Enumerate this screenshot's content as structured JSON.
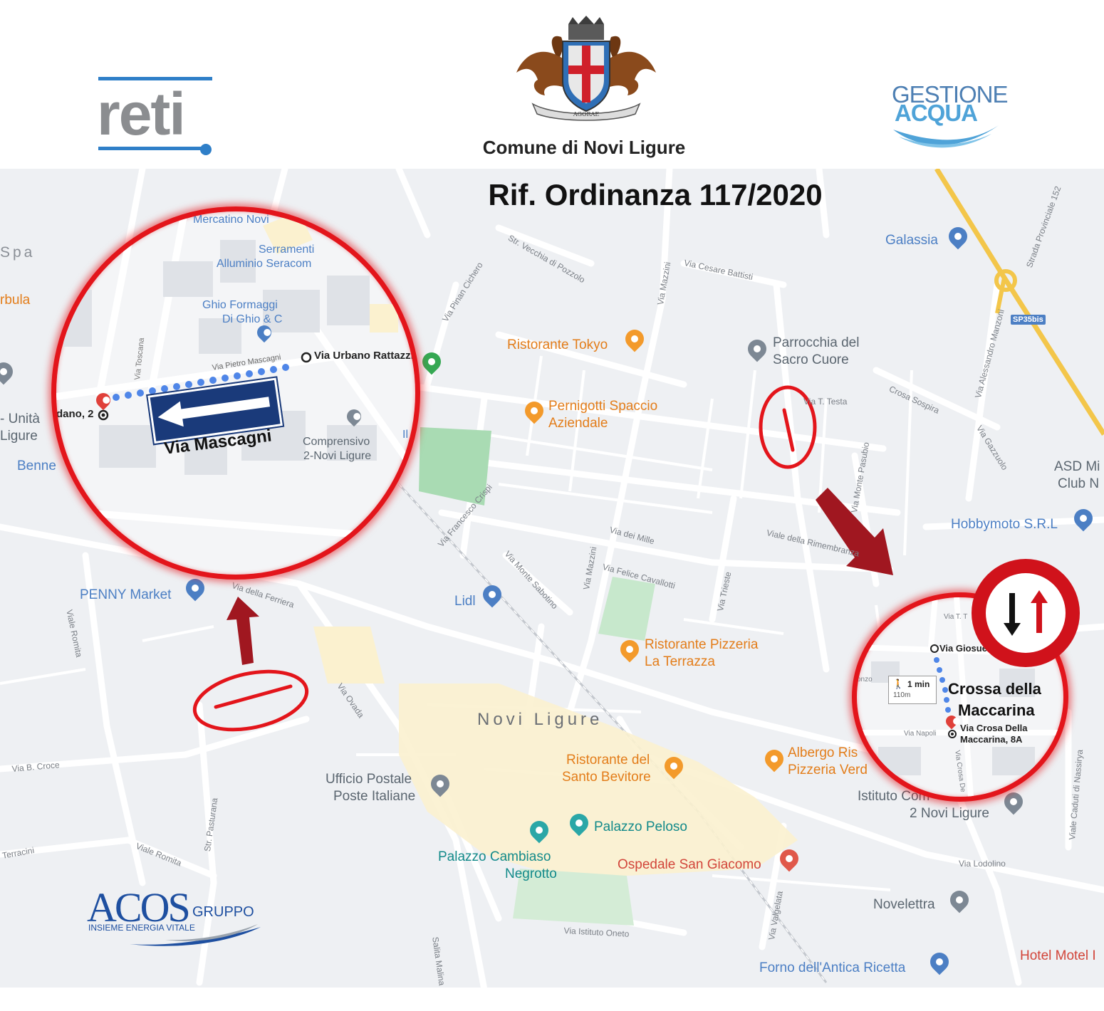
{
  "header": {
    "logo_left": "reti",
    "logo_right_line1": "GESTIONE",
    "logo_right_line2": "ACQUA",
    "municipality": "Comune di Novi Ligure",
    "crest_motto": "AGORAE"
  },
  "title": "Rif. Ordinanza 117/2020",
  "map": {
    "town": "Novi Ligure",
    "pois": {
      "mercatino": "Mercatino Novi",
      "serramenti1": "Serramenti",
      "serramenti2": "Alluminio Seracom",
      "ghio1": "Ghio Formaggi",
      "ghio2": "Di Ghio & C",
      "tokyo": "Ristorante Tokyo",
      "pernigotti1": "Pernigotti Spaccio",
      "pernigotti2": "Aziendale",
      "galassia": "Galassia",
      "parrocchia1": "Parrocchia del",
      "parrocchia2": "Sacro Cuore",
      "asd1": "ASD Mi",
      "asd2": "Club N",
      "hobbymoto": "Hobbymoto S.R.L",
      "lidl": "Lidl",
      "penny": "PENNY Market",
      "terrazza1": "Ristorante Pizzeria",
      "terrazza2": "La Terrazza",
      "bevitore1": "Ristorante del",
      "bevitore2": "Santo Bevitore",
      "albergo1": "Albergo Ris",
      "albergo2": "Pizzeria Verd",
      "istituto1": "Istituto Com",
      "istituto2": "2 Novi Ligure",
      "ufficio1": "Ufficio Postale",
      "ufficio2": "Poste Italiane",
      "peloso": "Palazzo Peloso",
      "cambiaso1": "Palazzo Cambiaso",
      "cambiaso2": "Negrotto",
      "ospedale": "Ospedale San Giacomo",
      "novelettra": "Novelettra",
      "forno": "Forno dell'Antica Ricetta",
      "hotel": "Hotel Motel I",
      "left_spa": "Spa",
      "left_rbula": "rbula",
      "left_unita": "- Unità",
      "left_ligure": "Ligure",
      "left_benne": "Benne"
    },
    "streets": {
      "vecchia_pozzolo": "Str. Vecchia di Pozzolo",
      "cesare_battisti": "Via Cesare Battisti",
      "mazzini_top": "Via Mazzini",
      "mazzini_mid": "Via Mazzini",
      "pinan": "Via Pinan Cichero",
      "crispi": "Via Francesco Crispi",
      "mille": "Via dei Mille",
      "cavallotti": "Via Felice Cavallotti",
      "sabotino": "Via Monte Sabotino",
      "trieste": "Via Trieste",
      "rimembranza": "Viale della Rimembranza",
      "pasubio": "Via Monte Pasubio",
      "testa": "Via T. Testa",
      "crosa_sospira": "Crosa Sospira",
      "manzoni": "Via Alessandro Manzoni",
      "gazzuolo": "Via Gazzuolo",
      "strada_prov": "Strada Provinciale 152",
      "sp35bis": "SP35bis",
      "ovada": "Via Ovada",
      "ferriera": "Via della Ferriera",
      "romita_v": "Viale Romita",
      "romita_b": "Viale Romita",
      "croce": "Via B. Croce",
      "pasturana": "Str. Pasturana",
      "terracini": "Terracini",
      "valgelata": "Via Valgelata",
      "oneto": "Via Istituto Oneto",
      "lodolino": "Via Lodolino",
      "nassirya": "Viale Caduti di Nassirya",
      "salita_malina": "Salita Malina"
    },
    "zoom_left": {
      "street_label": "Via Mascagni",
      "start_point": "Via Urbano Rattazzi,",
      "end_point": "dano, 2",
      "path_label": "Via Pietro Mascagni",
      "toscana": "Via Toscana",
      "school1": "Comprensivo",
      "school2": "2-Novi Ligure",
      "partial": "Il P",
      "mercatino": "Mercatino Novi",
      "serramenti1": "Serramenti",
      "serramenti2": "Alluminio Seracom",
      "ghio1": "Ghio Formaggi",
      "ghio2": "Di Ghio & C"
    },
    "zoom_right": {
      "street_label_1": "Crossa della",
      "street_label_2": "Maccarina",
      "start_point": "Via Giosue",
      "end_point_1": "Via Crosa Della",
      "end_point_2": "Maccarina, 8A",
      "walk_time": "1 min",
      "walk_distance": "110m",
      "napoli": "Via Napoli",
      "testa": "Via T. T",
      "onzo": "onzo",
      "crosa_de": "Via Crosa De"
    }
  },
  "footer_logo": {
    "name": "ACOS",
    "suffix": "GRUPPO",
    "tagline": "INSIEME ENERGIA VITALE"
  },
  "colors": {
    "highlight_red": "#e3151b",
    "arrow_red": "#a01720",
    "map_bg": "#eef0f3",
    "route_blue": "#4f86e8",
    "sign_blue": "#1a3a7a"
  }
}
